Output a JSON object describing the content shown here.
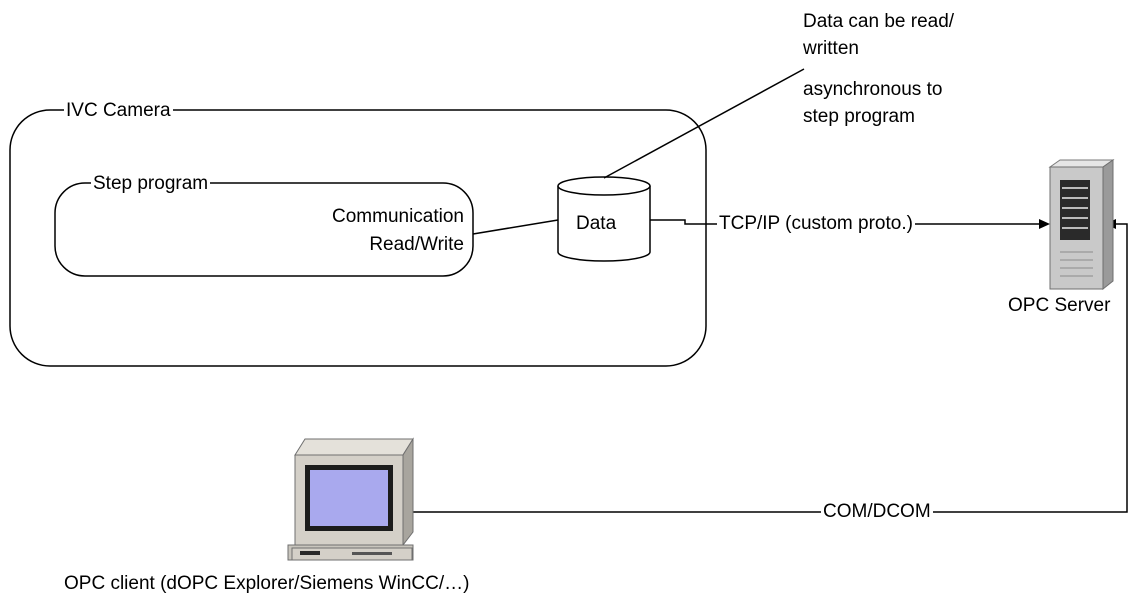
{
  "camera_group": {
    "label": "IVC Camera"
  },
  "step_group": {
    "label": "Step program",
    "comm_line1": "Communication",
    "comm_line2": "Read/Write"
  },
  "data_store": {
    "label": "Data"
  },
  "note": {
    "line1": "Data can be read/",
    "line2": "written",
    "line3": "asynchronous to",
    "line4": "step program"
  },
  "links": {
    "tcp": "TCP/IP (custom proto.)",
    "com": "COM/DCOM"
  },
  "server": {
    "label": "OPC Server",
    "icon": "server-tower-icon"
  },
  "client": {
    "label": "OPC client (dOPC Explorer/Siemens WinCC/…)",
    "icon": "desktop-computer-icon"
  },
  "colors": {
    "line": "#000000",
    "screen": "#a9a9ee",
    "device": "#d4d0c8"
  }
}
